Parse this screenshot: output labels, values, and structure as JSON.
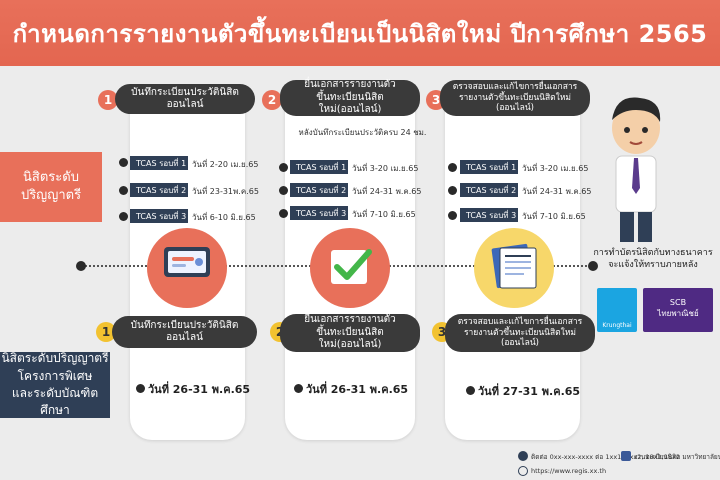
{
  "title": "กำหนดการรายงานตัวขึ้นทะเบียนเป็นนิสิตใหม่ ปีการศึกษา 2565",
  "bands": {
    "undergrad": "นิสิตระดับ\nปริญญาตรี",
    "special": "นิสิตระดับปริญญาตรี\nโครงการพิเศษ\nและระดับบัณฑิตศึกษา"
  },
  "steps_top": [
    {
      "num": "1",
      "label": "บันทึกระเบียนประวัตินิสิตออนไลน์"
    },
    {
      "num": "2",
      "label": "ยื่นเอกสารรายงานตัว\nขึ้นทะเบียนนิสิตใหม่(ออนไลน์)"
    },
    {
      "num": "3",
      "label": "ตรวจสอบและแก้ไขการยื่นเอกสาร\nรายงานตัวขึ้นทะเบียนนิสิตใหม่ (ออนไลน์)"
    }
  ],
  "step2_note": "หลังบันทึกระเบียนประวัติครบ 24 ชม.",
  "tcas": {
    "col1": [
      {
        "round": "TCAS รอบที่ 1",
        "date": "วันที่ 2-20 เม.ย.65"
      },
      {
        "round": "TCAS รอบที่ 2",
        "date": "วันที่ 23-31พ.ค.65"
      },
      {
        "round": "TCAS รอบที่ 3",
        "date": "วันที่ 6-10 มิ.ย.65"
      }
    ],
    "col2": [
      {
        "round": "TCAS รอบที่ 1",
        "date": "วันที่ 3-20 เม.ย.65"
      },
      {
        "round": "TCAS รอบที่ 2",
        "date": "วันที่ 24-31 พ.ค.65"
      },
      {
        "round": "TCAS รอบที่ 3",
        "date": "วันที่ 7-10 มิ.ย.65"
      }
    ],
    "col3": [
      {
        "round": "TCAS รอบที่ 1",
        "date": "วันที่ 3-20 เม.ย.65"
      },
      {
        "round": "TCAS รอบที่ 2",
        "date": "วันที่ 24-31 พ.ค.65"
      },
      {
        "round": "TCAS รอบที่ 3",
        "date": "วันที่ 7-10 มิ.ย.65"
      }
    ]
  },
  "steps_bottom": [
    {
      "num": "1",
      "label": "บันทึกระเบียนประวัตินิสิตออนไลน์",
      "date": "วันที่ 26-31 พ.ค.65"
    },
    {
      "num": "2",
      "label": "ยื่นเอกสารรายงานตัว\nขึ้นทะเบียนนิสิตใหม่(ออนไลน์)",
      "date": "วันที่ 26-31 พ.ค.65"
    },
    {
      "num": "3",
      "label": "ตรวจสอบและแก้ไขการยื่นเอกสาร\nรายงานตัวขึ้นทะเบียนนิสิตใหม่ (ออนไลน์)",
      "date": "วันที่ 27-31 พ.ค.65"
    }
  ],
  "bank_note": "การทำบัตรนิสิตกับทางธนาคาร\nจะแจ้งให้ทราบภายหลัง",
  "banks": {
    "krungthai": "Krungthai",
    "scb": "SCB\nไทยพาณิชย์"
  },
  "footer": {
    "phone": "ติดต่อ 0xx-xxx-xxxx ต่อ 1xx1, 1xx2, 18x1,18x2",
    "web": "https://www.regis.xx.th",
    "facebook": "งานทะเบียนนิสิต มหาวิทยาลัยนเรศวร"
  },
  "colors": {
    "header": "#e36650",
    "band_dark": "#2f3f56",
    "accent_yellow": "#f2c230"
  }
}
